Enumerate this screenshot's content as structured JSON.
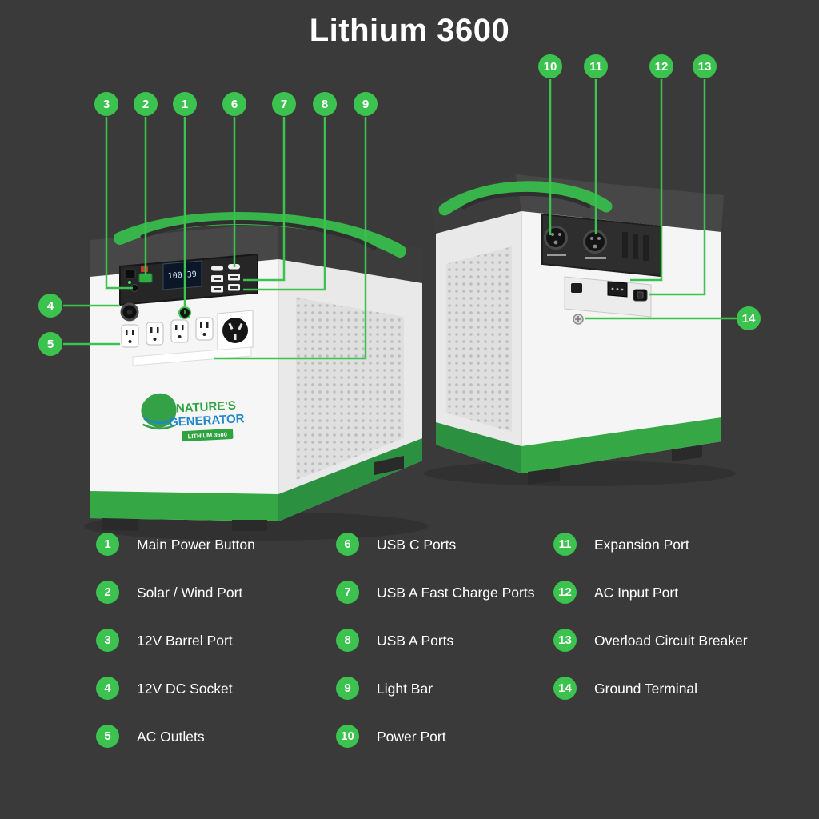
{
  "title": "Lithium 3600",
  "product": {
    "brand_top": "NATURE'S",
    "brand_bottom": "GENERATOR",
    "model_badge": "LITHIUM 3600",
    "display_value": "100.39"
  },
  "colors": {
    "background": "#3a3a3a",
    "accent_green": "#3cc24e",
    "product_green": "#35a845",
    "brand_blue": "#1f86c9",
    "body_white": "#f5f5f5"
  },
  "callouts": [
    {
      "number": "1",
      "label": "Main Power Button"
    },
    {
      "number": "2",
      "label": "Solar / Wind Port"
    },
    {
      "number": "3",
      "label": "12V Barrel Port"
    },
    {
      "number": "4",
      "label": "12V DC Socket"
    },
    {
      "number": "5",
      "label": "AC Outlets"
    },
    {
      "number": "6",
      "label": "USB C Ports"
    },
    {
      "number": "7",
      "label": "USB A Fast Charge Ports"
    },
    {
      "number": "8",
      "label": "USB A Ports"
    },
    {
      "number": "9",
      "label": "Light Bar"
    },
    {
      "number": "10",
      "label": "Power Port"
    },
    {
      "number": "11",
      "label": "Expansion Port"
    },
    {
      "number": "12",
      "label": "AC Input Port"
    },
    {
      "number": "13",
      "label": "Overload Circuit Breaker"
    },
    {
      "number": "14",
      "label": "Ground Terminal"
    }
  ]
}
